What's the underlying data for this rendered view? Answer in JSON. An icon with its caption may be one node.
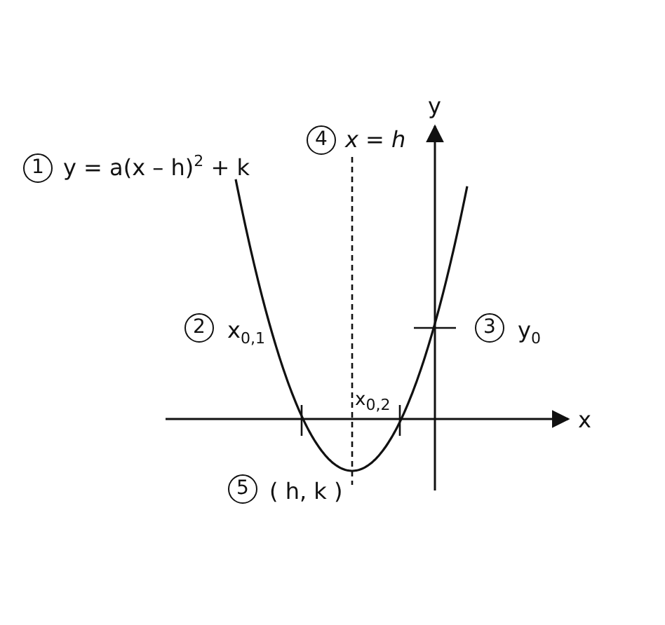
{
  "diagram": {
    "labels": [
      "y",
      "4",
      "x = h",
      "1",
      "y = a(x – h)$^{2}$ + k",
      "2",
      "x$_{0,1}$",
      "3",
      "y$_{0}$",
      "x$_{0,2}$",
      "x",
      "5",
      "( h, k )"
    ]
  }
}
